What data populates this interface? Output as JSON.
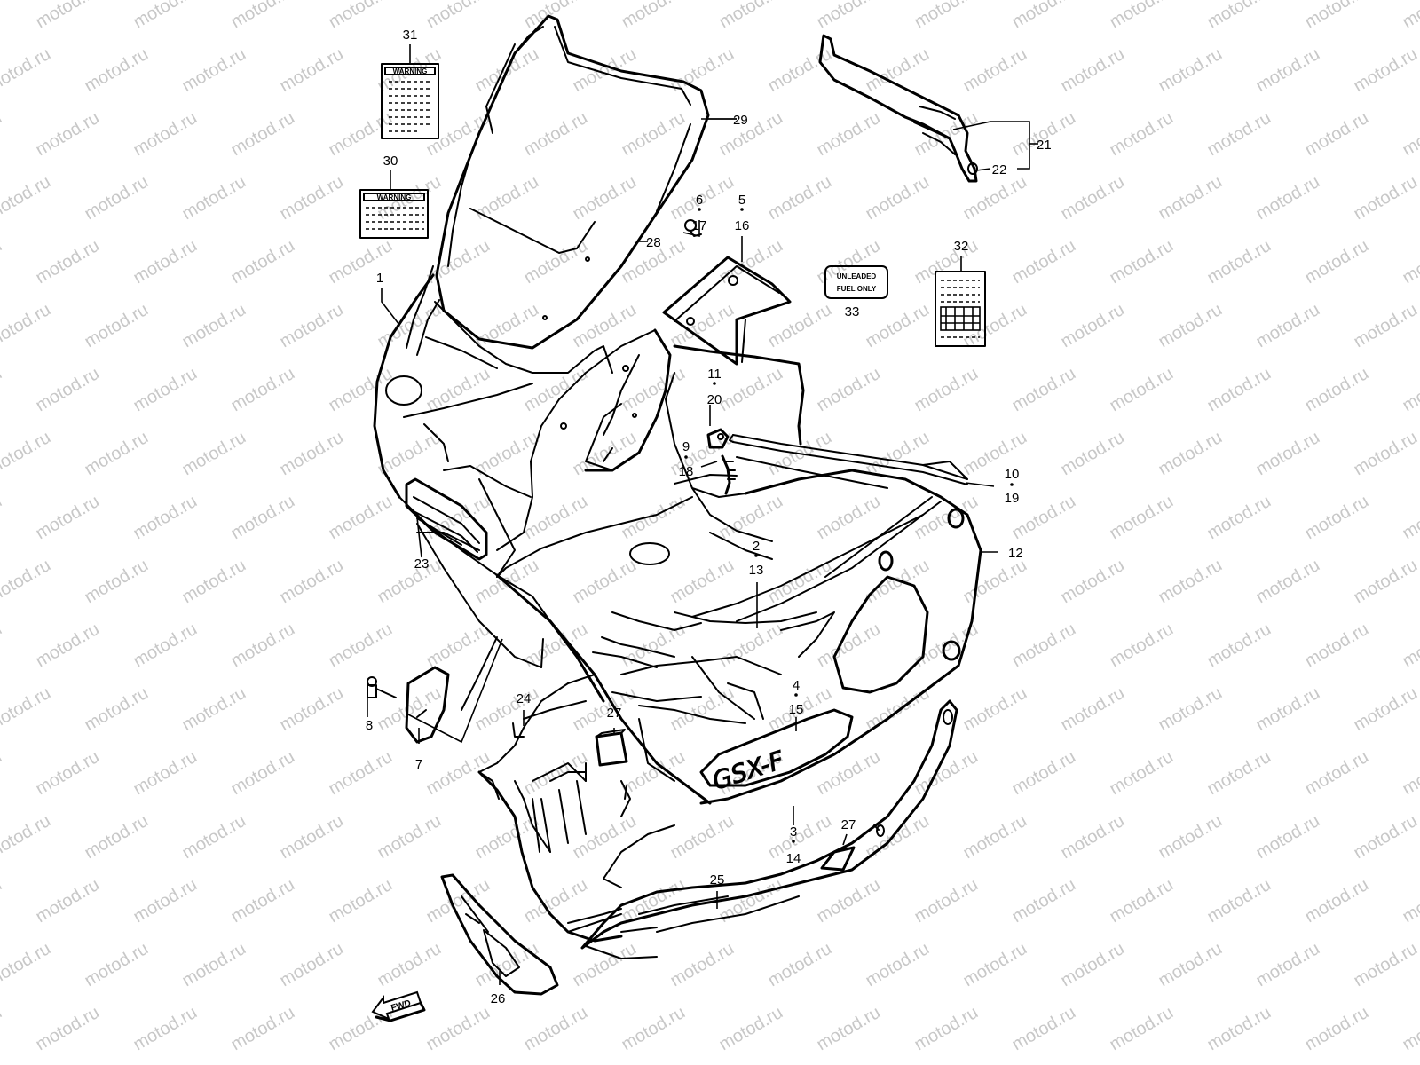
{
  "watermark": {
    "text": "motod.ru",
    "color": "#c8c8c8"
  },
  "callouts": [
    {
      "id": "n1",
      "text": "1"
    },
    {
      "id": "n2",
      "text": "2"
    },
    {
      "id": "n3",
      "text": "3"
    },
    {
      "id": "n4",
      "text": "4"
    },
    {
      "id": "n5",
      "text": "5"
    },
    {
      "id": "n6",
      "text": "6"
    },
    {
      "id": "n7",
      "text": "7"
    },
    {
      "id": "n8",
      "text": "8"
    },
    {
      "id": "n9",
      "text": "9"
    },
    {
      "id": "n10",
      "text": "10"
    },
    {
      "id": "n11",
      "text": "11"
    },
    {
      "id": "n12",
      "text": "12"
    },
    {
      "id": "n13",
      "text": "13"
    },
    {
      "id": "n14",
      "text": "14"
    },
    {
      "id": "n15",
      "text": "15"
    },
    {
      "id": "n16",
      "text": "16"
    },
    {
      "id": "n17",
      "text": "17"
    },
    {
      "id": "n18",
      "text": "18"
    },
    {
      "id": "n19",
      "text": "19"
    },
    {
      "id": "n20",
      "text": "20"
    },
    {
      "id": "n21",
      "text": "21"
    },
    {
      "id": "n22",
      "text": "22"
    },
    {
      "id": "n23",
      "text": "23"
    },
    {
      "id": "n24",
      "text": "24"
    },
    {
      "id": "n25",
      "text": "25"
    },
    {
      "id": "n26",
      "text": "26"
    },
    {
      "id": "n27a",
      "text": "27"
    },
    {
      "id": "n27b",
      "text": "27"
    },
    {
      "id": "n28",
      "text": "28"
    },
    {
      "id": "n29",
      "text": "29"
    },
    {
      "id": "n30",
      "text": "30"
    },
    {
      "id": "n31",
      "text": "31"
    },
    {
      "id": "n32",
      "text": "32"
    },
    {
      "id": "n33",
      "text": "33"
    }
  ],
  "labels": {
    "warning_31": "WARNING",
    "warning_30": "WARNING",
    "unleaded_line1": "UNLEADED",
    "unleaded_line2": "FUEL ONLY",
    "logo_text": "GSX-F",
    "fwd": "FWD"
  }
}
